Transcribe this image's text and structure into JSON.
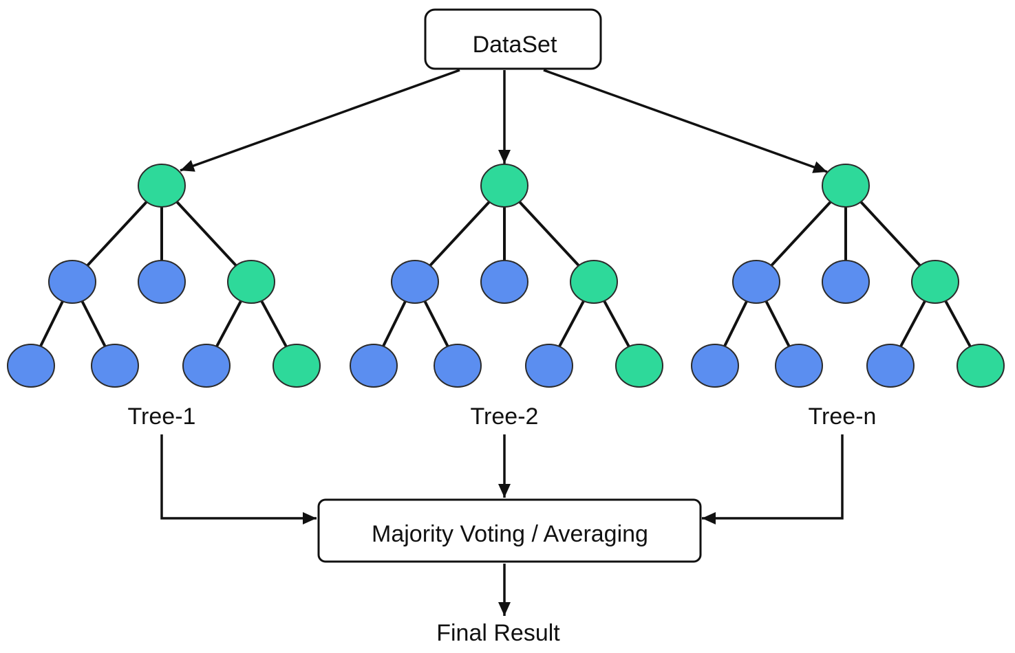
{
  "dataset_label": "DataSet",
  "aggregator_label": "Majority Voting / Averaging",
  "result_label": "Final Result",
  "colors": {
    "split_node": "#2ed99a",
    "leaf_node": "#5b8ef0",
    "line": "#111111"
  },
  "trees": [
    {
      "label": "Tree-1",
      "root": "split",
      "level2": [
        "leaf",
        "leaf",
        "split"
      ],
      "level3": [
        "leaf",
        "leaf",
        "leaf",
        "split"
      ]
    },
    {
      "label": "Tree-2",
      "root": "split",
      "level2": [
        "leaf",
        "leaf",
        "split"
      ],
      "level3": [
        "leaf",
        "leaf",
        "leaf",
        "split"
      ]
    },
    {
      "label": "Tree-n",
      "root": "split",
      "level2": [
        "leaf",
        "leaf",
        "split"
      ],
      "level3": [
        "leaf",
        "leaf",
        "leaf",
        "split"
      ]
    }
  ]
}
